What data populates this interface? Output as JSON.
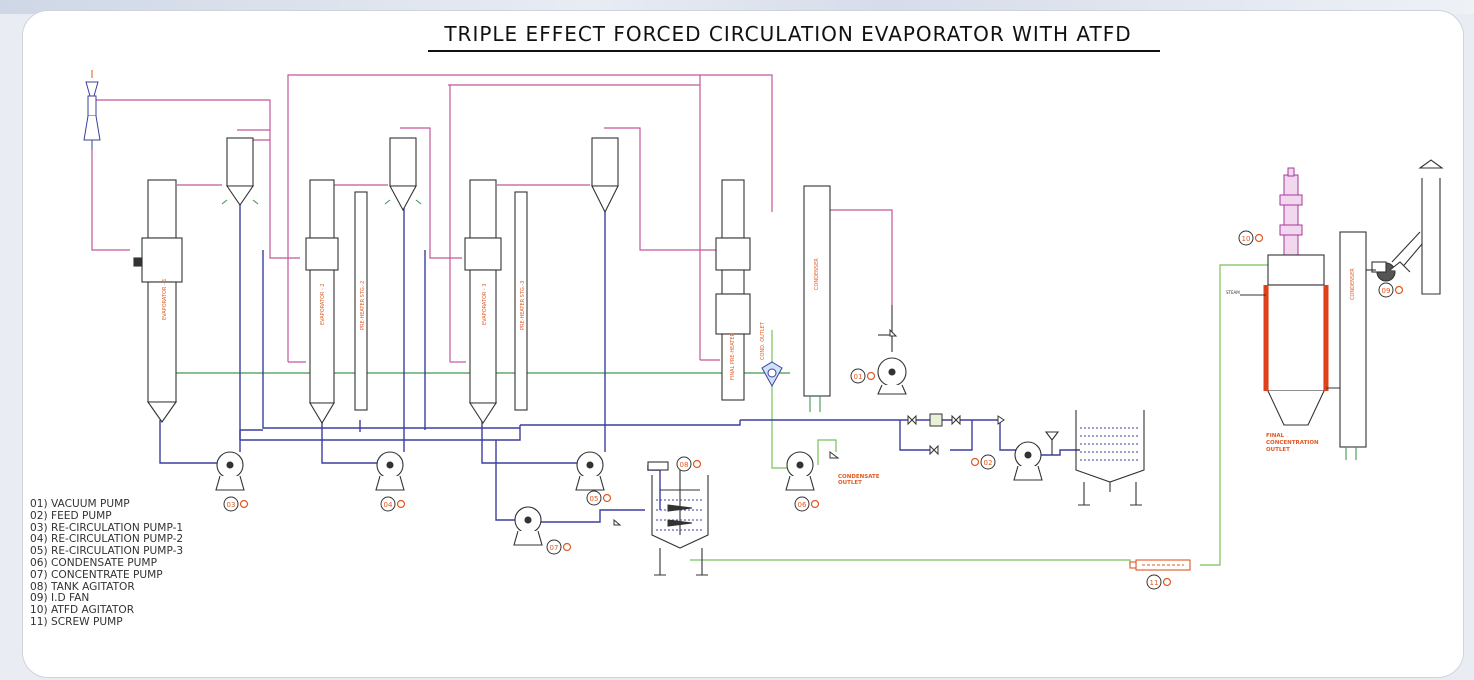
{
  "title": "TRIPLE EFFECT FORCED CIRCULATION EVAPORATOR WITH ATFD",
  "legend": [
    "01) VACUUM PUMP",
    "02) FEED PUMP",
    "03) RE-CIRCULATION PUMP-1",
    "04) RE-CIRCULATION PUMP-2",
    "05) RE-CIRCULATION PUMP-3",
    "06) CONDENSATE PUMP",
    "07) CONCENTRATE PUMP",
    "08) TANK AGITATOR",
    "09) I.D FAN",
    "10) ATFD AGITATOR",
    "11) SCREW PUMP"
  ],
  "tags": {
    "p01": "01",
    "p02": "02",
    "p03": "03",
    "p04": "04",
    "p05": "05",
    "p06": "06",
    "p07": "07",
    "p08": "08",
    "p09": "09",
    "p10": "10",
    "p11": "11"
  },
  "annotations": {
    "final_concentration_outlet": [
      "FINAL",
      "CONCENTRATION",
      "OUTLET"
    ],
    "condensate_outlet": [
      "CONDENSATE",
      "OUTLET"
    ],
    "steam": "STEAM"
  },
  "colors": {
    "vapour_line": "#c0589b",
    "feed_line": "#3b3f9e",
    "cooling_line": "#3d9a4f",
    "condensate_line": "#78c05a",
    "equipment_label": "#e05a20",
    "atfd_jacket": "#e0401a",
    "tag_circle": "#e05a20"
  }
}
